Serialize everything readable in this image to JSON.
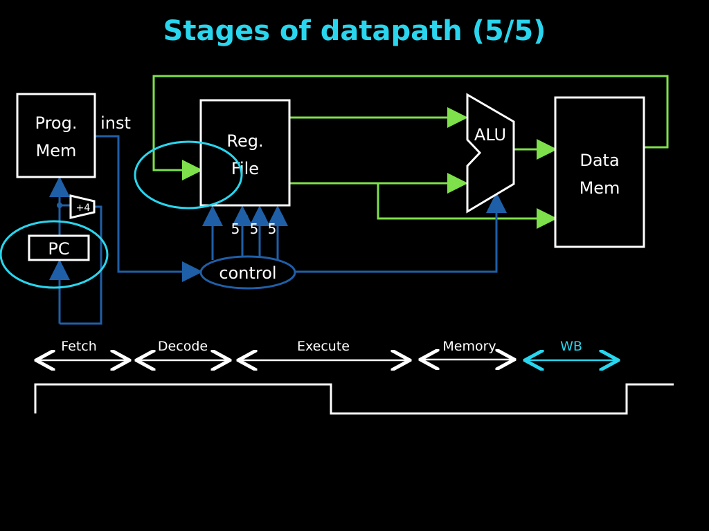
{
  "slide": {
    "title": "Stages of datapath (5/5)"
  },
  "blocks": {
    "prog_mem": [
      "Prog.",
      "Mem"
    ],
    "inst": "inst",
    "adder": "+4",
    "pc": "PC",
    "reg_file": [
      "Reg.",
      "File"
    ],
    "reg_addr_widths": [
      "5",
      "5",
      "5"
    ],
    "alu": "ALU",
    "data_mem": [
      "Data",
      "Mem"
    ],
    "control": "control"
  },
  "stages": [
    {
      "label": "Fetch"
    },
    {
      "label": "Decode"
    },
    {
      "label": "Execute"
    },
    {
      "label": "Memory"
    },
    {
      "label": "WB",
      "highlight": true
    }
  ],
  "colors": {
    "background": "#000000",
    "title": "#29d6ee",
    "block": "#ffffff",
    "data_wire": "#7ee04a",
    "control_wire": "#1f5fa8",
    "highlight": "#29d6ee"
  }
}
